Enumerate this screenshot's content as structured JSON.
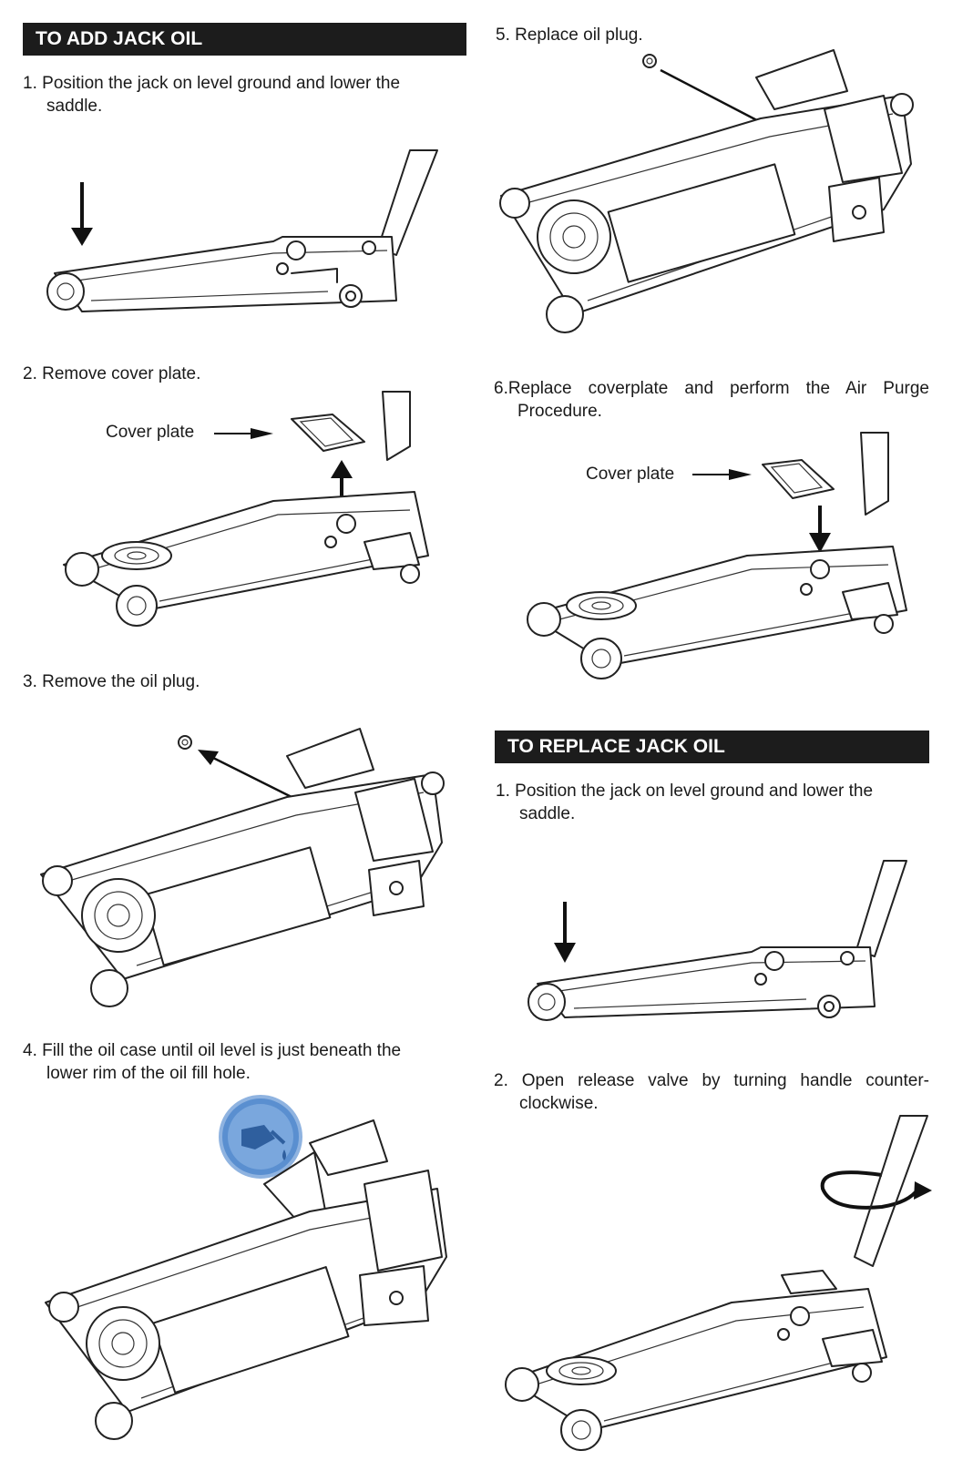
{
  "left": {
    "heading": "TO ADD JACK OIL",
    "steps": [
      {
        "num": "1.",
        "text": "Position the jack on level ground and lower the",
        "cont": "saddle."
      },
      {
        "num": "2.",
        "text": "Remove cover plate.",
        "callout": "Cover plate"
      },
      {
        "num": "3.",
        "text": "Remove the oil plug."
      },
      {
        "num": "4.",
        "text": "Fill the oil case until oil level is just beneath the",
        "cont": "lower rim of the oil fill hole."
      }
    ]
  },
  "right": {
    "steps_top": [
      {
        "num": "5.",
        "text": "Replace oil plug."
      },
      {
        "num": "6.",
        "text": "Replace coverplate and perform the Air Purge",
        "cont": "Procedure.",
        "callout": "Cover plate"
      }
    ],
    "heading": "TO REPLACE JACK OIL",
    "steps_bottom": [
      {
        "num": "1.",
        "text": "Position the jack on level ground and lower the",
        "cont": "saddle."
      },
      {
        "num": "2.",
        "text": "Open release valve by turning handle counter-",
        "cont": "clockwise."
      }
    ]
  },
  "icons": {
    "oil-can": "oil-can-icon",
    "arrow": "arrow-icon",
    "rotate": "rotate-arrow-icon"
  },
  "colors": {
    "banner": "#1c1c1c",
    "oil_badge": "#5a8fd0"
  }
}
